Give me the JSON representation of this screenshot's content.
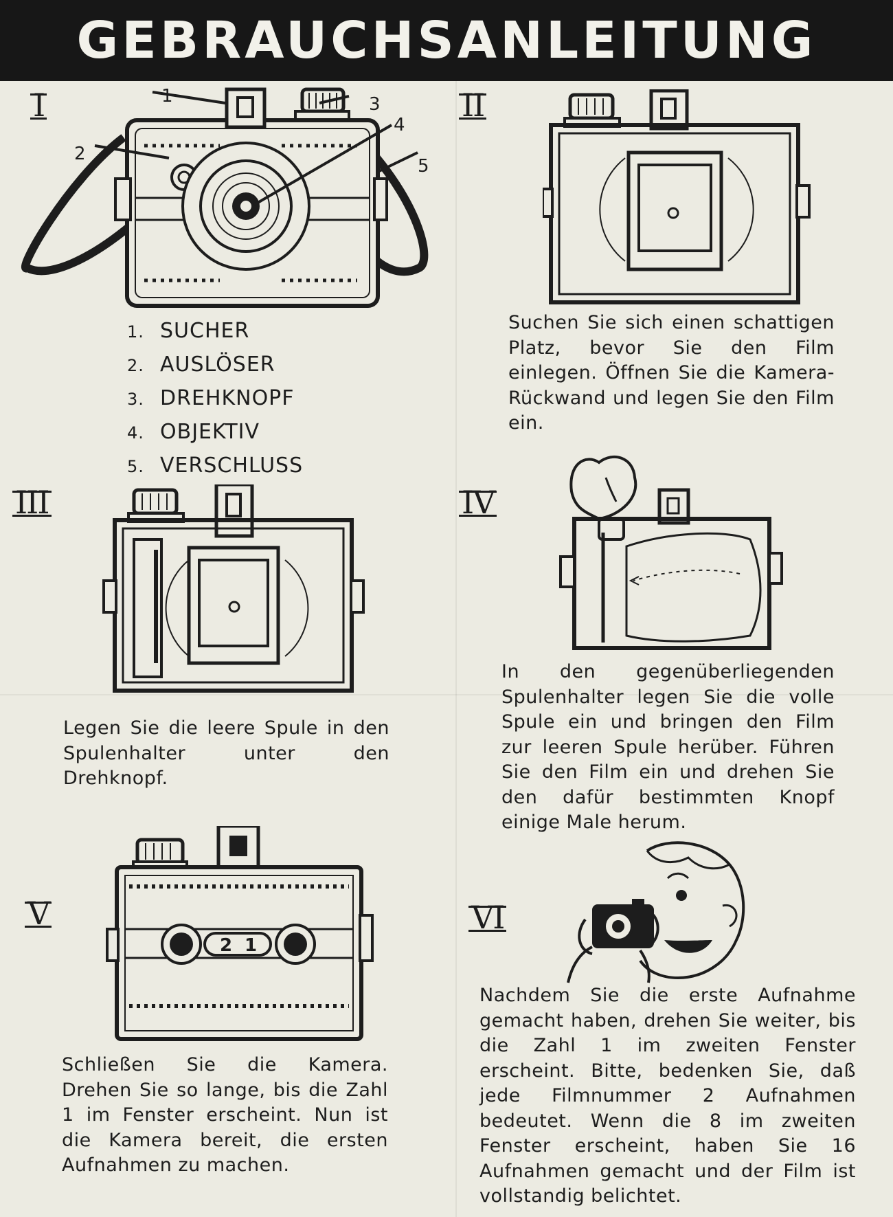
{
  "header": {
    "title": "GEBRAUCHSANLEITUNG"
  },
  "steps": [
    {
      "numeral": "I"
    },
    {
      "numeral": "II",
      "text": "Suchen Sie sich einen schattigen Platz, bevor Sie den Film einlegen. Öffnen Sie die Kamera-Rückwand und legen Sie den Film ein."
    },
    {
      "numeral": "III",
      "text": "Legen Sie die leere Spule in den Spulenhalter unter den Drehknopf."
    },
    {
      "numeral": "IV",
      "text": "In den gegenüberliegenden Spulenhalter legen Sie die volle Spule ein und bringen den Film zur leeren Spule herüber. Führen Sie den Film ein und drehen Sie den dafür bestimmten Knopf einige Male herum."
    },
    {
      "numeral": "V",
      "text": "Schließen Sie die Kamera. Drehen Sie so lange, bis die Zahl 1 im Fenster erscheint. Nun ist die Kamera bereit, die ersten Aufnahmen zu machen."
    },
    {
      "numeral": "VI",
      "text": "Nachdem Sie die erste Aufnahme gemacht haben, drehen Sie weiter, bis die Zahl 1 im zweiten Fenster erscheint. Bitte, bedenken Sie, daß jede Filmnummer 2 Aufnahmen bedeutet. Wenn die 8 im zweiten Fenster erscheint, haben Sie 16 Aufnahmen gemacht und der Film ist vollstandig belichtet."
    }
  ],
  "camera_labels": [
    "1",
    "2",
    "3",
    "4",
    "5"
  ],
  "legend": [
    {
      "num": "1.",
      "label": "SUCHER"
    },
    {
      "num": "2.",
      "label": "AUSLÖSER"
    },
    {
      "num": "3.",
      "label": "DREHKNOPF"
    },
    {
      "num": "4.",
      "label": "OBJEKTIV"
    },
    {
      "num": "5.",
      "label": "VERSCHLUSS"
    }
  ],
  "counter_window": {
    "left": "2",
    "right": "1"
  },
  "colors": {
    "ink": "#1d1d1d",
    "paper": "#ecebe2",
    "header_bg": "#171717"
  }
}
